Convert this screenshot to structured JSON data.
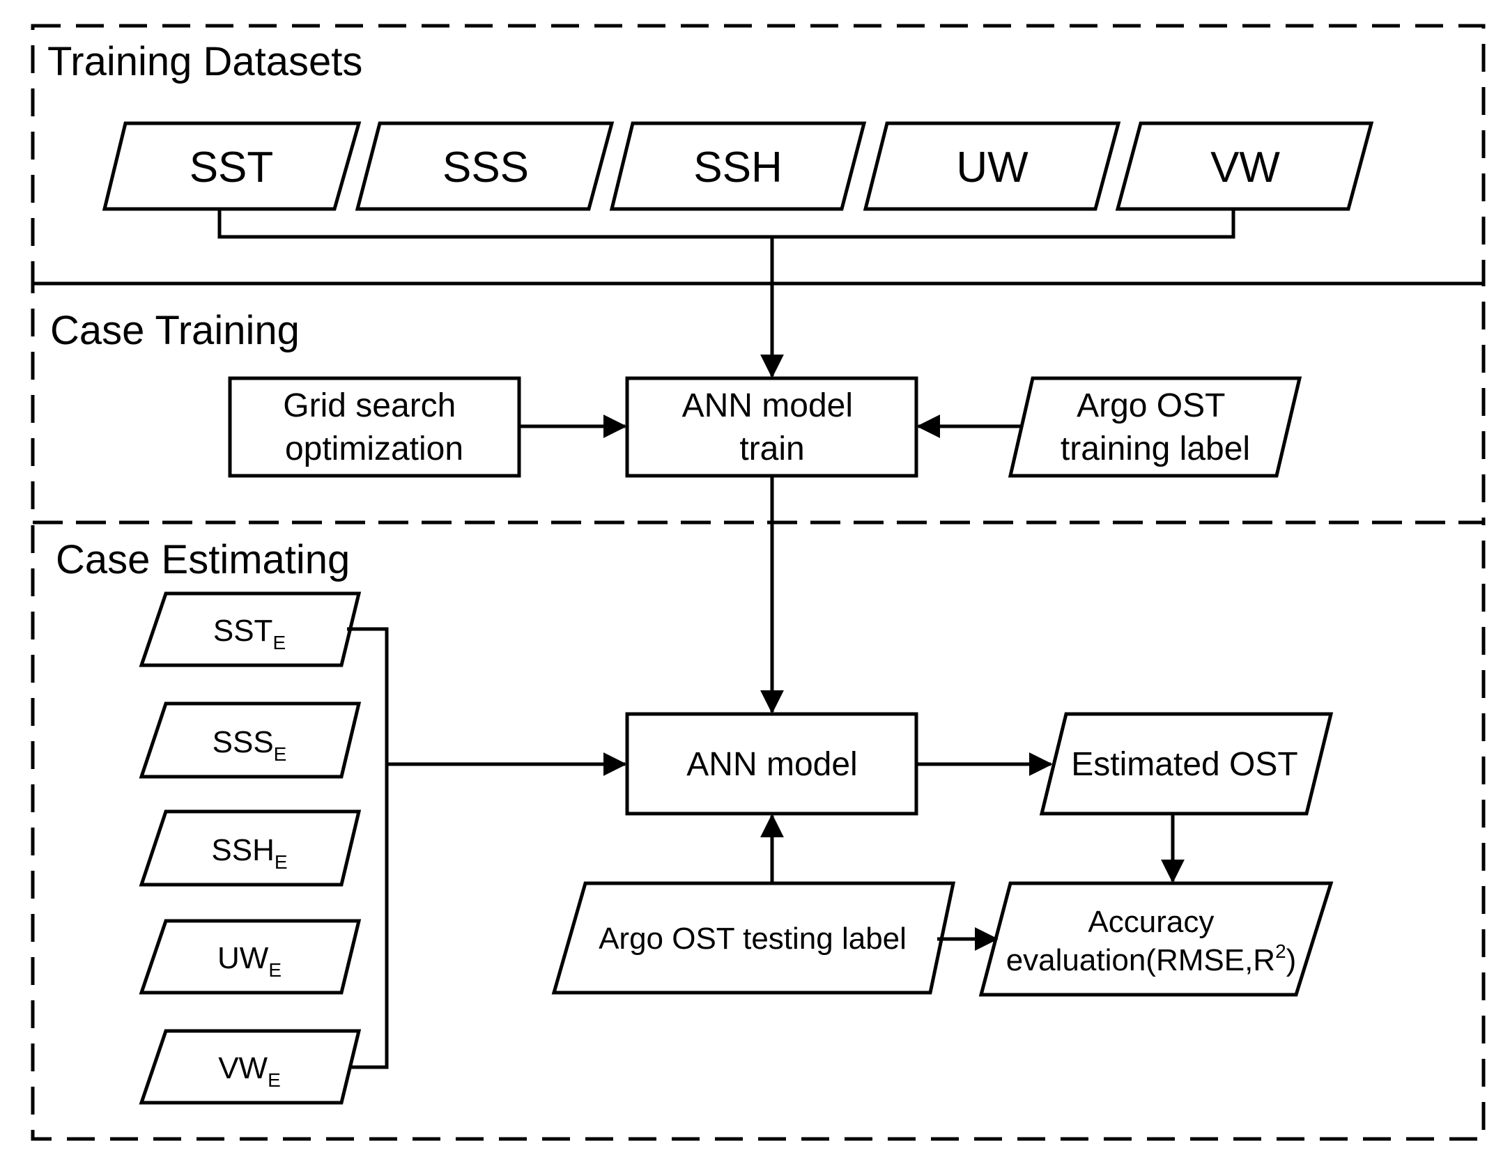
{
  "sections": {
    "training_datasets": "Training Datasets",
    "case_training": "Case Training",
    "case_estimating": "Case Estimating"
  },
  "datasets": [
    {
      "label": "SST"
    },
    {
      "label": "SSS"
    },
    {
      "label": "SSH"
    },
    {
      "label": "UW"
    },
    {
      "label": "VW"
    }
  ],
  "training": {
    "grid_search": [
      "Grid search",
      "optimization"
    ],
    "ann_train": [
      "ANN model",
      "train"
    ],
    "argo_training": [
      "Argo OST",
      "training label"
    ]
  },
  "estimating_inputs": [
    {
      "base": "SST",
      "sub": "E"
    },
    {
      "base": "SSS",
      "sub": "E"
    },
    {
      "base": "SSH",
      "sub": "E"
    },
    {
      "base": "UW",
      "sub": "E"
    },
    {
      "base": "VW",
      "sub": "E"
    }
  ],
  "estimating": {
    "ann_model": "ANN model",
    "estimated_ost": "Estimated OST",
    "argo_testing": "Argo OST testing label",
    "accuracy_line1": "Accuracy",
    "accuracy_line2": "evaluation(RMSE,R",
    "accuracy_sup": "2",
    "accuracy_end": ")"
  }
}
